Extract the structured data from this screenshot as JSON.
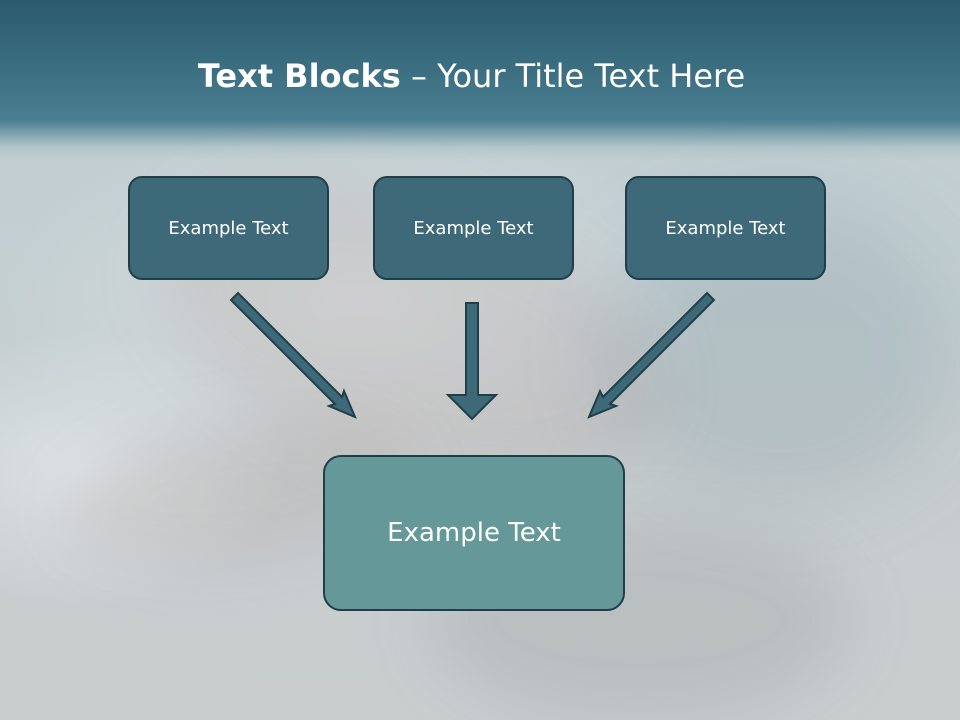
{
  "title": {
    "bold": "Text Blocks",
    "separator": " – ",
    "rest": "Your Title Text Here"
  },
  "blocks": [
    {
      "label": "Example Text"
    },
    {
      "label": "Example Text"
    },
    {
      "label": "Example Text"
    }
  ],
  "target": {
    "label": "Example Text"
  },
  "colors": {
    "header": "#3b6f81",
    "block_fill": "#3e6979",
    "target_fill": "#659898",
    "arrow_fill": "#3e6979",
    "outline": "#1f3e48"
  }
}
